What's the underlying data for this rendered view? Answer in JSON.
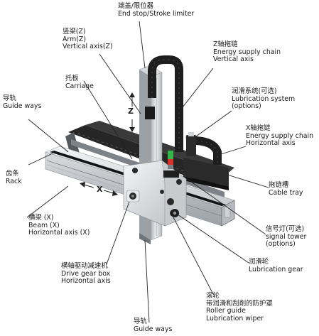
{
  "labels": {
    "end_stop": {
      "lines": [
        "端盖/限位器",
        "End stop/Stroke limiter"
      ]
    },
    "arm": {
      "lines": [
        "竖梁(Z)",
        "Arm(Z)",
        "Vertical axis(Z)"
      ]
    },
    "carriage": {
      "lines": [
        "托板",
        "Carriage"
      ]
    },
    "guide_top": {
      "lines": [
        "导轨",
        "Guide ways"
      ]
    },
    "rack": {
      "lines": [
        "齿条",
        "Rack"
      ]
    },
    "beam": {
      "lines": [
        "横梁 (X)",
        "Beam  (X)",
        "Horizontal axis (X)"
      ]
    },
    "drive_gear": {
      "lines": [
        "横轴驱动减速机",
        "Drive gear box",
        "Horizontal axis"
      ]
    },
    "guide_bottom": {
      "lines": [
        "导轨",
        "Guide ways"
      ]
    },
    "z_chain": {
      "lines": [
        "Z轴拖链",
        "Energy supply chain",
        "Vertical axis"
      ]
    },
    "lube_system": {
      "lines": [
        "润滑系统(可选)",
        "Lubrication system",
        "(options)"
      ]
    },
    "x_chain": {
      "lines": [
        "X轴拖链",
        "Energy supply chain",
        "Horizontal axis"
      ]
    },
    "cable_tray": {
      "lines": [
        "拖链槽",
        "Cable tray"
      ]
    },
    "signal_tower": {
      "lines": [
        "信号灯(可选)",
        "signal tower",
        "(options)"
      ]
    },
    "lube_gear": {
      "lines": [
        "润滑轮",
        "Lubrication gear"
      ]
    },
    "roller": {
      "lines": [
        "滚轮",
        "带润滑和刮削的防护罩",
        "Roller guide",
        "Lubrication wiper"
      ]
    }
  },
  "axes": {
    "z": "Z",
    "x": "X"
  },
  "colors": {
    "aluminium_light": "#e6e8ea",
    "aluminium_mid": "#bfc3c7",
    "aluminium_dark": "#8e9499",
    "black_part": "#1c1c1c",
    "signal_green": "#35b548",
    "signal_red": "#d8322b",
    "leader_line": "#222222"
  }
}
